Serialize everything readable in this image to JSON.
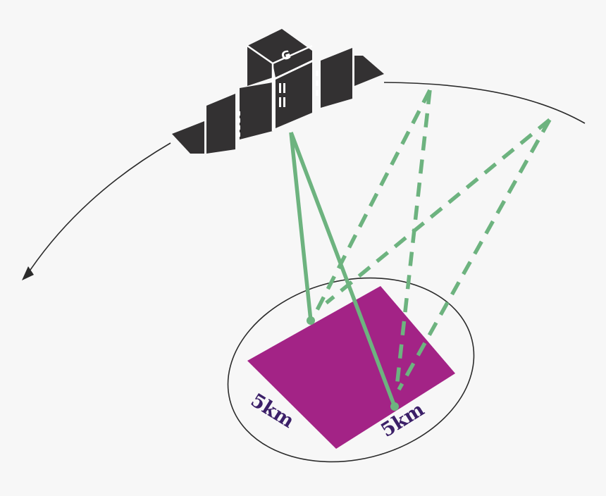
{
  "colors": {
    "background": "#f7f7f7",
    "satellite": "#333132",
    "satellite_detail": "#ffffff",
    "beam": "#6db37f",
    "footprint": "#a32386",
    "label": "#3b1f68",
    "orbit": "#2b2b2b"
  },
  "satellite": {
    "icon": "satellite-icon",
    "logo_glyph": "ɢ"
  },
  "footprint": {
    "side_a_label": "5km",
    "side_b_label": "5km"
  }
}
